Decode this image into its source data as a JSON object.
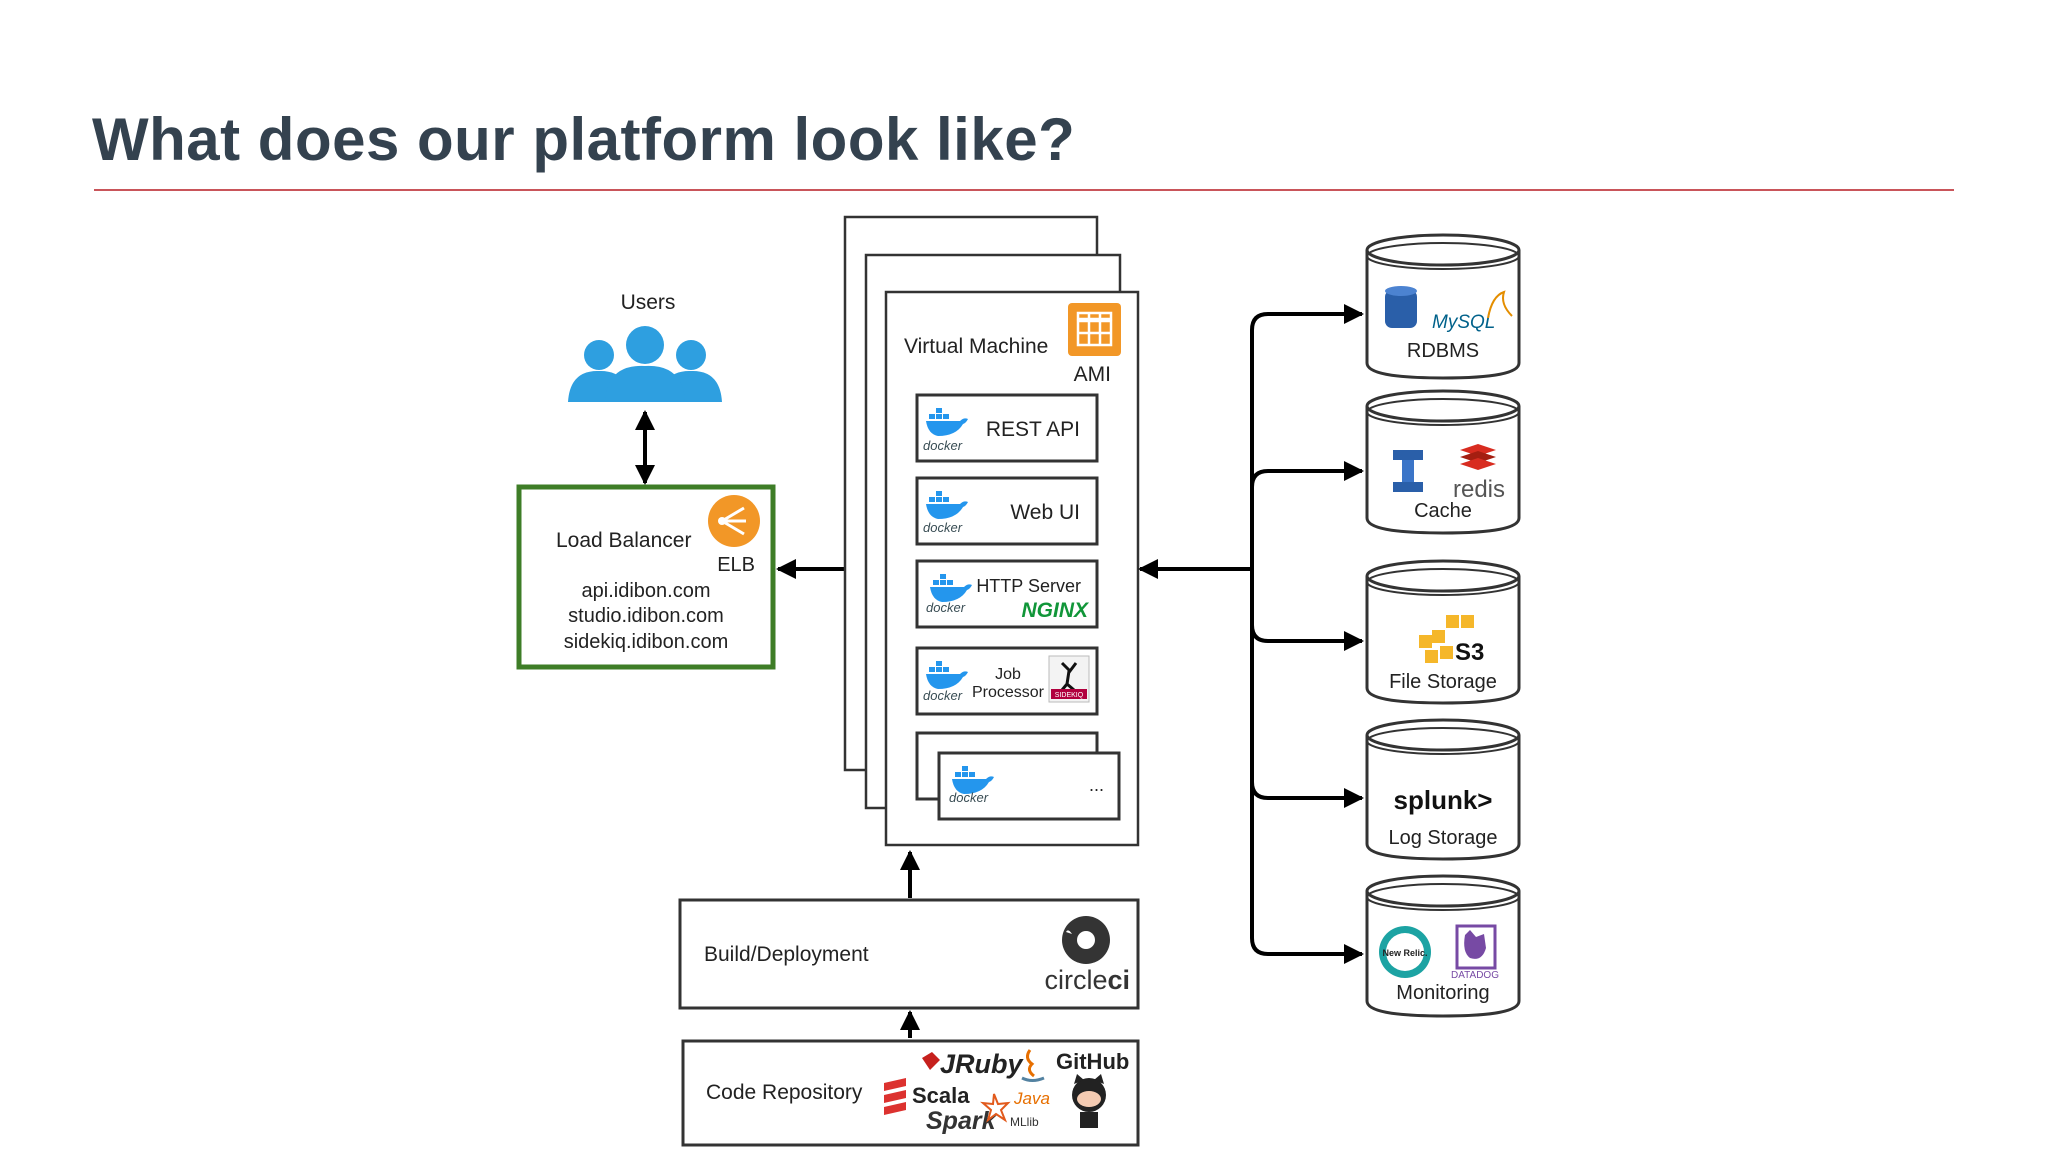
{
  "slide": {
    "title": "What does our platform look like?"
  },
  "users": {
    "label": "Users"
  },
  "load_balancer": {
    "label": "Load Balancer",
    "badge": "ELB",
    "domains": [
      "api.idibon.com",
      "studio.idibon.com",
      "sidekiq.idibon.com"
    ]
  },
  "vm": {
    "label": "Virtual Machine",
    "badge": "AMI",
    "containers": [
      {
        "label": "REST API"
      },
      {
        "label": "Web UI"
      },
      {
        "label": "HTTP Server",
        "sublabel": "NGINX"
      },
      {
        "label": "Job",
        "label2": "Processor",
        "badge": "SIDEKIQ"
      },
      {
        "label": "..."
      }
    ],
    "docker_word": "docker"
  },
  "build": {
    "label": "Build/Deployment",
    "logo_a": "circle",
    "logo_b": "ci"
  },
  "repo": {
    "label": "Code Repository",
    "logos": [
      "JRuby",
      "GitHub",
      "Scala",
      "Java",
      "Spark",
      "MLlib"
    ]
  },
  "stores": [
    {
      "label": "RDBMS",
      "logo": "MySQL"
    },
    {
      "label": "Cache",
      "logo": "redis"
    },
    {
      "label": "File Storage",
      "logo": "S3"
    },
    {
      "label": "Log Storage",
      "logo": "splunk>"
    },
    {
      "label": "Monitoring",
      "logo": "DATADOG",
      "logo2": "New Relic."
    }
  ],
  "colors": {
    "title": "#34424f",
    "rule": "#c9555a",
    "users_blue": "#2e9fe0",
    "lb_green": "#3e7d27",
    "aws_orange": "#f29727",
    "docker_blue": "#2496ed",
    "nginx_green": "#119639",
    "redis_red": "#d82c20",
    "datadog_purple": "#774aa4"
  }
}
